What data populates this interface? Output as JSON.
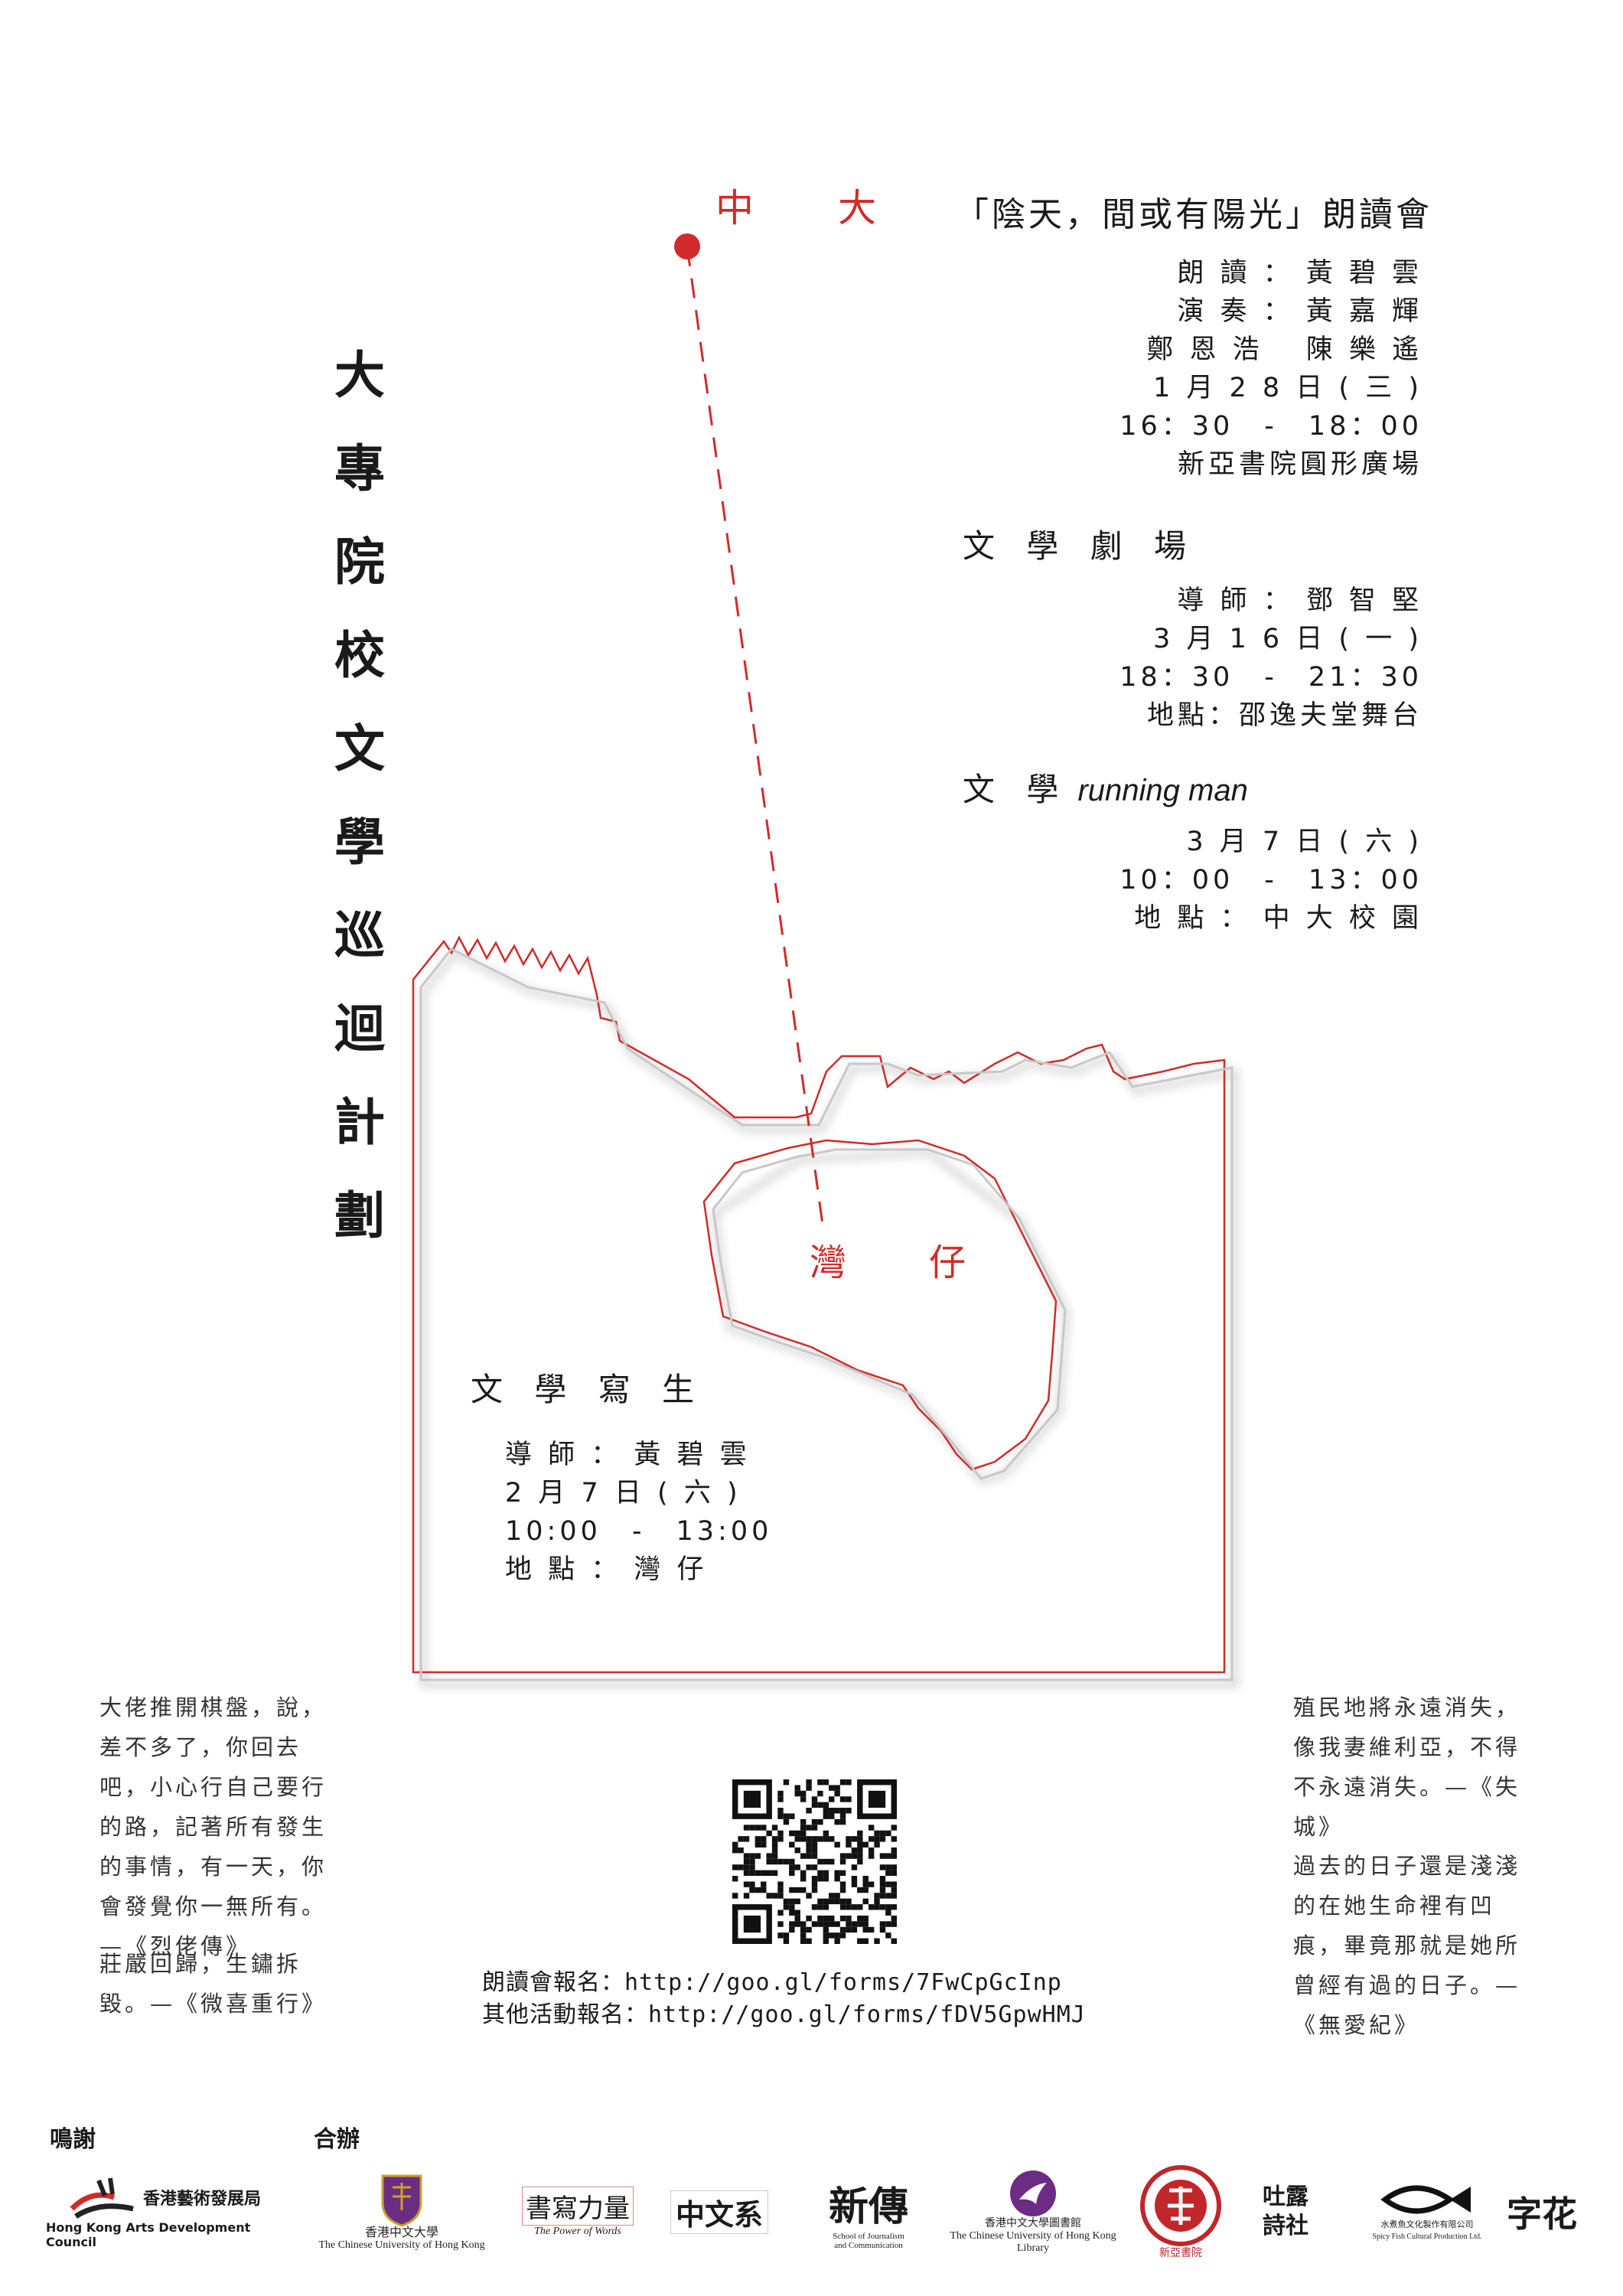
{
  "title_chars": [
    "大",
    "專",
    "院",
    "校",
    "文",
    "學",
    "巡",
    "迴",
    "計",
    "劃"
  ],
  "map": {
    "label_top": "中　大",
    "label_bottom": "灣　仔",
    "accent_color": "#d22a2a"
  },
  "events": {
    "reading": {
      "title": "「陰天，間或有陽光」朗讀會",
      "lines": [
        "朗 讀 ： 黃 碧 雲",
        "演 奏 ： 黃 嘉 輝",
        "鄭 恩 浩　 陳 樂 遙",
        "1 月 2 8 日 ( 三 )",
        "16：30　-　18：00",
        "新亞書院圓形廣場"
      ]
    },
    "theatre": {
      "title": "文 學 劇 場",
      "lines": [
        "導 師 ： 鄧 智 堅",
        "3 月 1 6 日 ( 一 )",
        "18：30　-　21：30",
        "地點：邵逸夫堂舞台"
      ]
    },
    "running": {
      "title_cn": "文 學",
      "title_en": "running man",
      "lines": [
        "3 月 7 日 ( 六 )",
        "10：00　-　13：00",
        "地 點 ： 中 大 校 園"
      ]
    },
    "sketch": {
      "title": "文 學 寫 生",
      "lines": [
        "導 師 ： 黃 碧 雲",
        "2 月 7 日 ( 六 )",
        "10:00　-　13:00",
        "地 點 ： 灣 仔"
      ]
    }
  },
  "quotes": {
    "left_1": "大佬推開棋盤，說，差不多了，你回去吧，小心行自己要行的路，記著所有發生的事情，有一天，你會發覺你一無所有。—《烈佬傳》",
    "left_2": "莊嚴回歸，生鏽拆毀。—《微喜重行》",
    "right_1": "殖民地將永遠消失，像我妻維利亞，不得不永遠消失。—《失城》",
    "right_2": "過去的日子還是淺淺的在她生命裡有凹痕，畢竟那就是她所曾經有過的日子。—《無愛紀》"
  },
  "registration": {
    "reading": "朗讀會報名：http://goo.gl/forms/7FwCpGcInp",
    "other": "其他活動報名：http://goo.gl/forms/fDV5GpwHMJ"
  },
  "credits": {
    "thanks_label": "鳴謝",
    "coorg_label": "合辦",
    "hkadc_cn": "香港藝術發展局",
    "hkadc_en": "Hong Kong Arts Development Council",
    "cuhk_cn": "香港中文大學",
    "cuhk_en": "The Chinese University of Hong Kong",
    "power_cn": "書寫力量",
    "power_en": "The Power of Words",
    "chinese_dept": "中文系",
    "journalism_cn": "新傳",
    "journalism_en": "School of Journalism and Communication",
    "library_cn": "香港中文大學圖書館",
    "library_en": "The Chinese University of Hong Kong Library",
    "newasia": "新亞書院",
    "poetry": "吐露詩社",
    "spicyfish": "Spicy Fish Cultural Production Ltd.",
    "spicyfish_cn": "水煮魚文化製作有限公司",
    "zihua": "字花"
  }
}
